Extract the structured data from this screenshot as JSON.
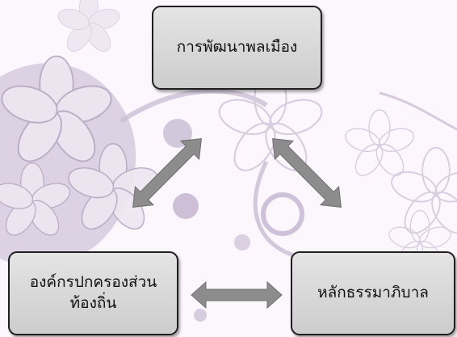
{
  "diagram": {
    "nodes": [
      {
        "id": "top",
        "label": "การพัฒนาพลเมือง"
      },
      {
        "id": "left",
        "label": "องค์กรปกครองส่วนท้องถิ่น"
      },
      {
        "id": "right",
        "label": "หลักธรรมาภิบาล"
      }
    ],
    "edges": [
      {
        "from": "top",
        "to": "left",
        "type": "bidirectional"
      },
      {
        "from": "top",
        "to": "right",
        "type": "bidirectional"
      },
      {
        "from": "left",
        "to": "right",
        "type": "bidirectional"
      }
    ],
    "colors": {
      "box_fill": "#d6d6d6",
      "box_border": "#1f1f1f",
      "arrow_fill": "#8c8c8c",
      "background": "#fbf7fc",
      "decor": "#c9bcd3"
    }
  }
}
